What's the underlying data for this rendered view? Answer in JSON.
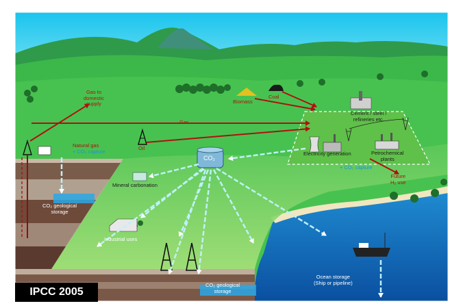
{
  "labels": {
    "gas_domestic": [
      "Gas to",
      "domestic",
      "supply"
    ],
    "biomass": "Biomass",
    "coal": "Coal",
    "cement": [
      "Cement / steel /",
      "refineries etc."
    ],
    "gas": "Gas",
    "oil": "Oil",
    "natural_gas": "Natural gas",
    "co2_capture_left": "+ CO₂ capture",
    "electricity": "Electricity generation",
    "petrochemical": [
      "Petrochemical",
      "plants"
    ],
    "co2_capture_right": "+ CO₂ capture",
    "future_h2": [
      "Future",
      "H₂ use"
    ],
    "co2_tank": "CO₂",
    "mineral": "Mineral carbonation",
    "geo_left": [
      "CO₂ geological",
      "storage"
    ],
    "industrial": "Industrial uses",
    "geo_bottom": [
      "CO₂ geological",
      "storage"
    ],
    "ocean": [
      "Ocean storage",
      "(Ship or pipeline)"
    ]
  },
  "credit": "IPCC 2005",
  "icons": [
    "gas-well-icon",
    "oil-derrick-icon",
    "co2-tank-icon",
    "factory-icon",
    "ship-icon",
    "coal-pile-icon",
    "biomass-pile-icon",
    "power-plant-icon"
  ],
  "colors": {
    "sky": "#28d0ef",
    "grass": "#3cb84a",
    "flow_red": "#b01010",
    "flow_blue": "#a8e8f8",
    "ocean": "#1270b8"
  }
}
